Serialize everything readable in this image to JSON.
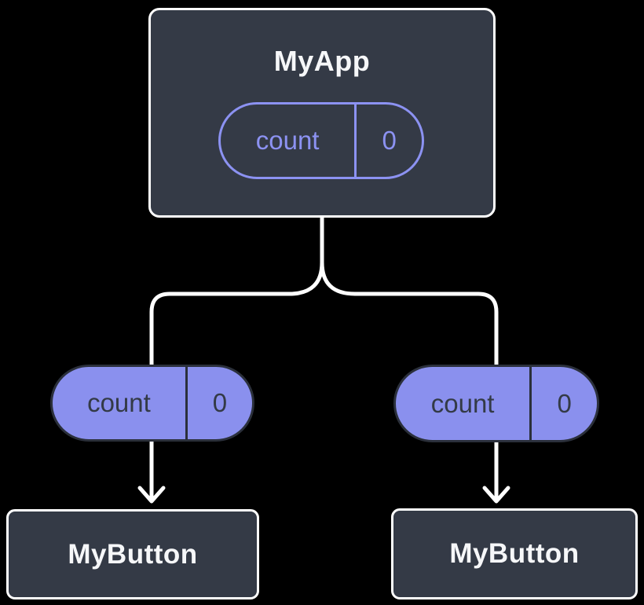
{
  "diagram": {
    "root": {
      "title": "MyApp",
      "state": {
        "name": "count",
        "value": "0"
      }
    },
    "children": [
      {
        "label": "MyButton",
        "prop": {
          "name": "count",
          "value": "0"
        }
      },
      {
        "label": "MyButton",
        "prop": {
          "name": "count",
          "value": "0"
        }
      }
    ],
    "colors": {
      "node_fill": "#343A46",
      "node_border": "#FFFFFF",
      "title_text": "#F6F7F9",
      "pill_outline": "#8C92F2",
      "pill_fill": "#8A90EE",
      "pill_dark": "#2B303B",
      "connector": "#FFFFFF",
      "background": "#000000"
    }
  }
}
